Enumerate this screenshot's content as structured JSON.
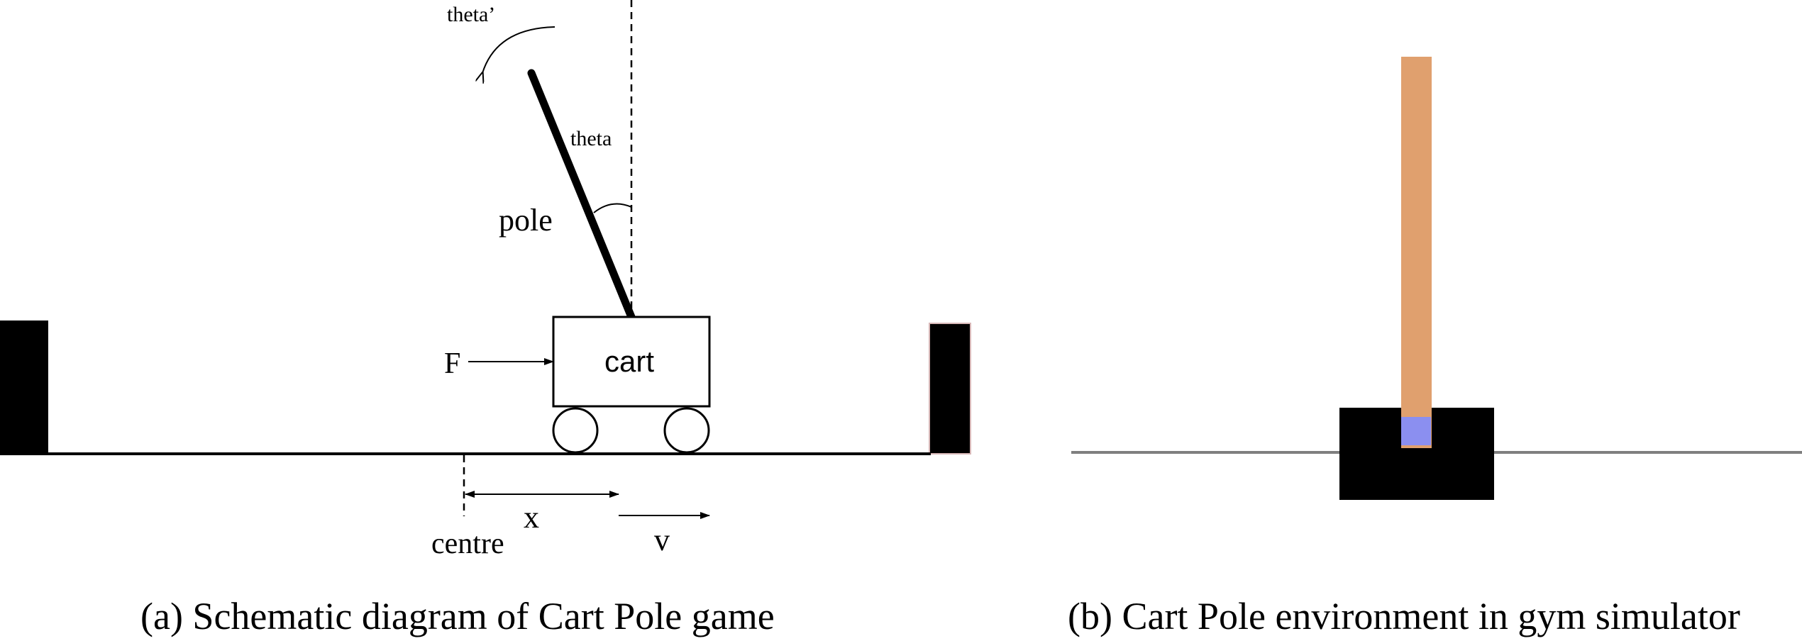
{
  "panel_a": {
    "caption": "(a) Schematic diagram of Cart Pole game",
    "labels": {
      "theta_dot": "theta’",
      "theta": "theta",
      "pole": "pole",
      "cart": "cart",
      "force": "F",
      "position": "x",
      "centre": "centre",
      "velocity": "v"
    }
  },
  "panel_b": {
    "caption": "(b) Cart Pole environment in gym simulator",
    "colors": {
      "pole": "#e0a06e",
      "cart": "#000000",
      "axle": "#8b8ff0",
      "track": "#7f7f7f"
    }
  }
}
